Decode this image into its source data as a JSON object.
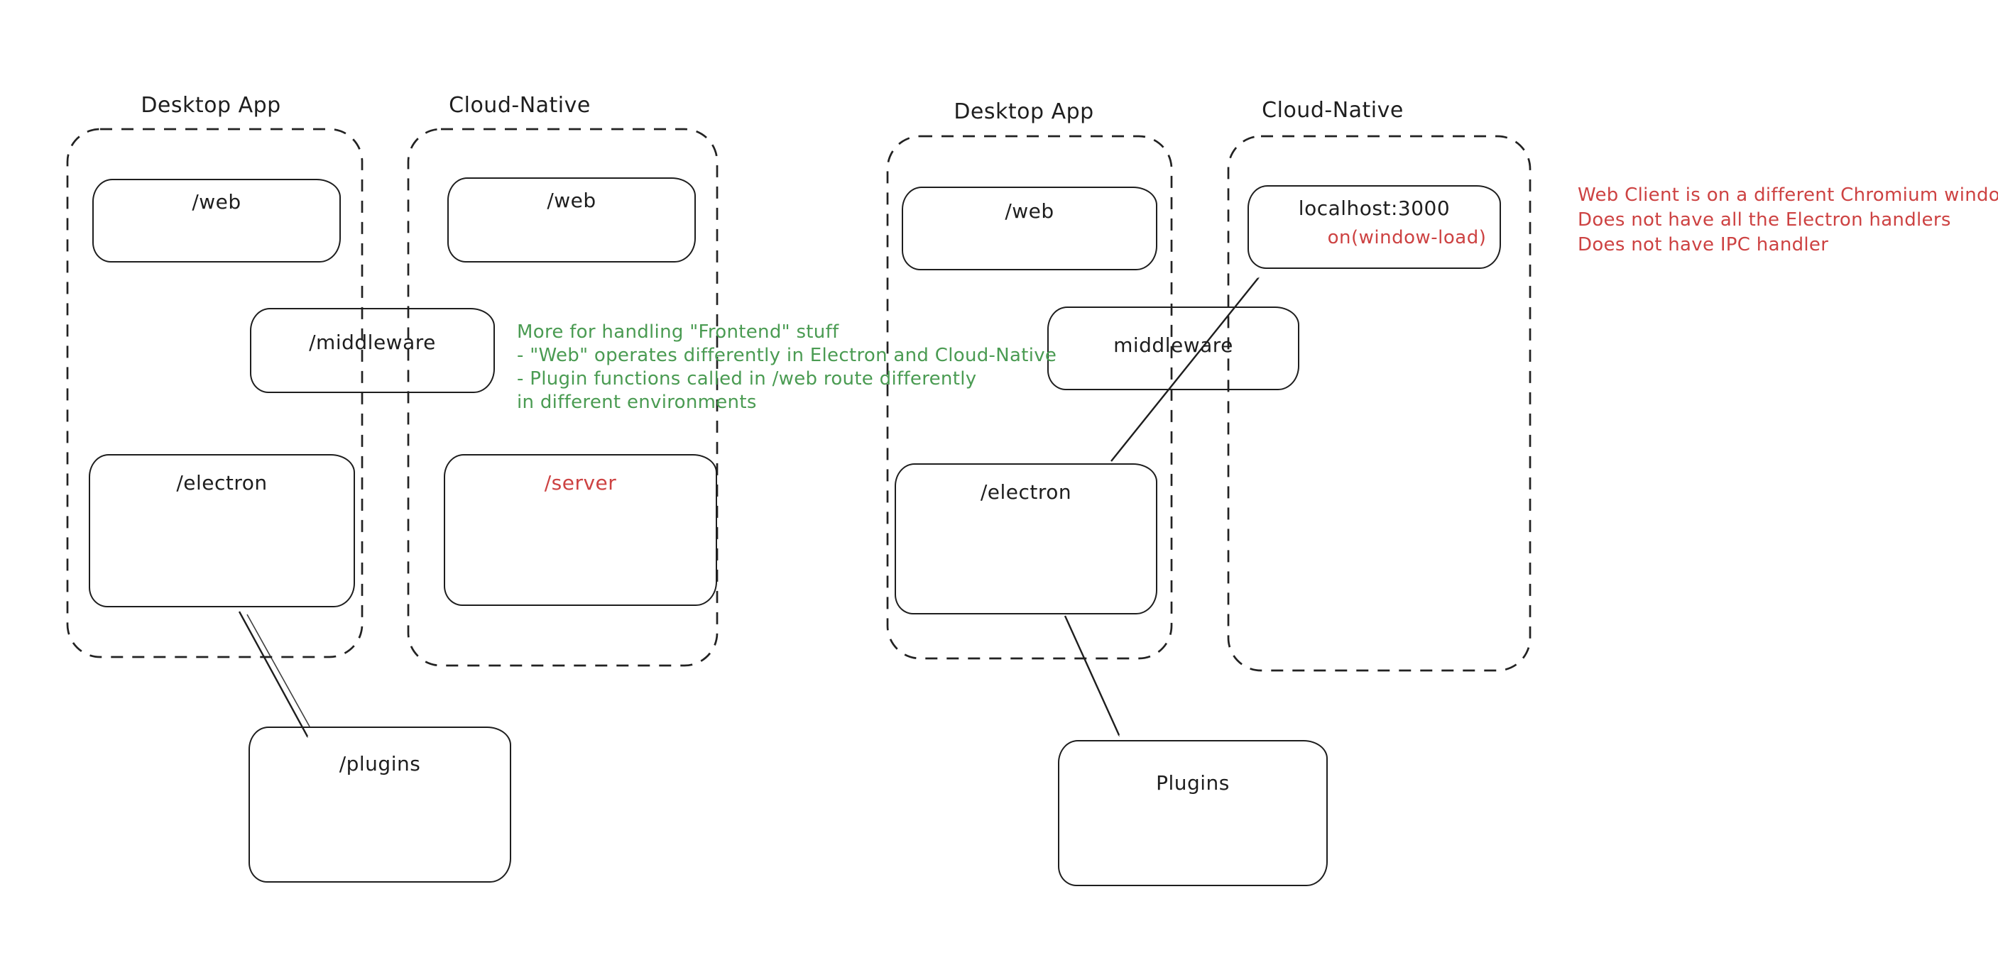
{
  "colors": {
    "background": "#ffffff",
    "stroke": "#1e1e1e",
    "red": "#cd4242",
    "green": "#4a9b52"
  },
  "diagrams": [
    {
      "containers": [
        {
          "label": "Desktop App"
        },
        {
          "label": "Cloud-Native"
        }
      ],
      "nodes": [
        {
          "label": "/web"
        },
        {
          "label": "/web"
        },
        {
          "label": "/middleware"
        },
        {
          "label": "/electron"
        },
        {
          "label": "/server"
        },
        {
          "label": "/plugins"
        }
      ]
    },
    {
      "containers": [
        {
          "label": "Desktop App"
        },
        {
          "label": "Cloud-Native"
        }
      ],
      "nodes": [
        {
          "label": "/web"
        },
        {
          "label": "localhost:3000",
          "sub_label": "on(window-load)"
        },
        {
          "label": "middleware"
        },
        {
          "label": "/electron"
        },
        {
          "label": "Plugins"
        }
      ]
    }
  ],
  "notes": {
    "green": {
      "lines": [
        "More for handling \"Frontend\" stuff",
        "- \"Web\" operates differently in Electron and Cloud-Native",
        "- Plugin functions called in /web route differently",
        "in different environments"
      ]
    },
    "red": {
      "lines": [
        "Web Client is on a different Chromium window",
        "Does not have all the Electron handlers",
        "Does not have IPC handler"
      ]
    }
  }
}
